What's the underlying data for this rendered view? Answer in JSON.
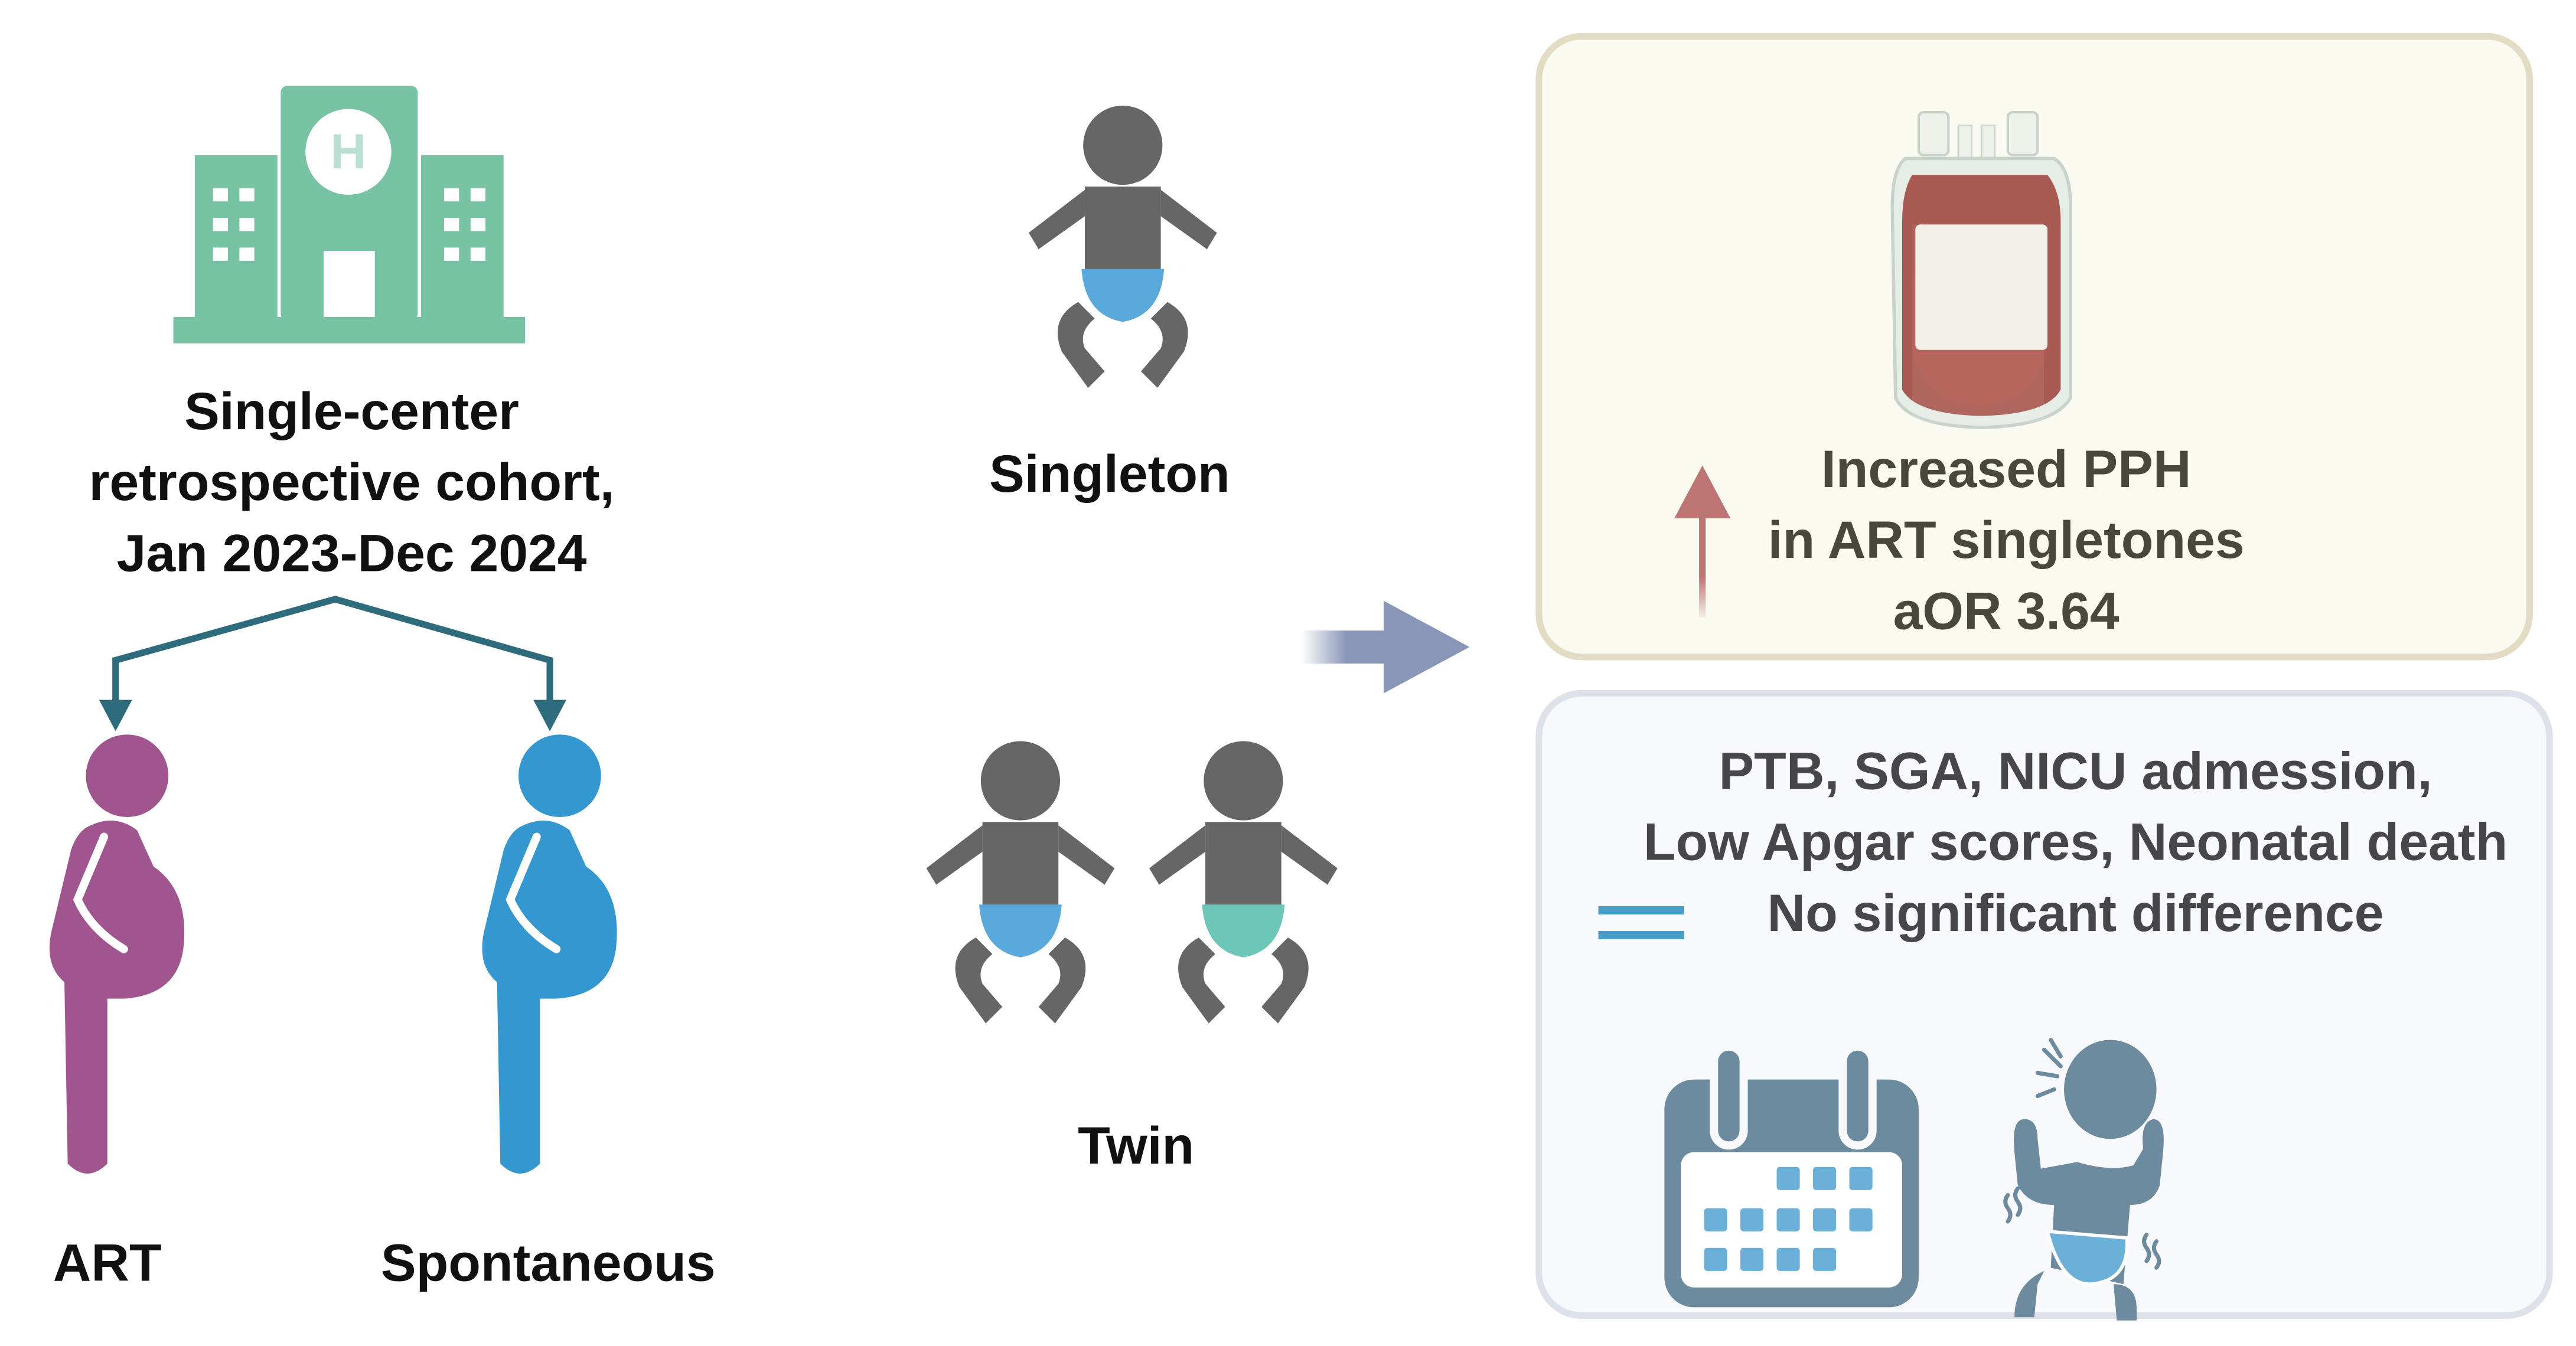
{
  "study": {
    "title_lines": [
      "Single-center",
      "retrospective cohort,",
      "Jan 2023-Dec 2024"
    ],
    "groups": [
      "ART",
      "Spontaneous"
    ]
  },
  "pregnancy_types": {
    "singleton": "Singleton",
    "twin": "Twin"
  },
  "finding_increased": {
    "lines": [
      "Increased PPH",
      "in ART singletones",
      "aOR 3.64"
    ]
  },
  "finding_no_difference": {
    "lines": [
      "PTB, SGA, NICU admession,",
      "Low Apgar scores, Neonatal death",
      "No significant difference"
    ]
  },
  "colors": {
    "hospital": "#79c3a5",
    "art": "#a0558f",
    "spontaneous": "#3497d0",
    "baby": "#666666",
    "diaper_blue": "#5aa9dd",
    "diaper_teal": "#6cc7b8",
    "increase_arrow": "#bd7573",
    "equal_sign": "#4a9cc9",
    "calendar": "#6d8b9e"
  }
}
